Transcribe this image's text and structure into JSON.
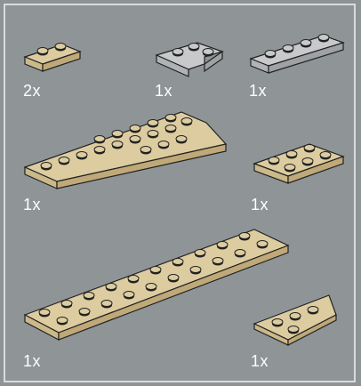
{
  "parts": [
    {
      "id": "plate-1x2-tan",
      "qty": "2x",
      "color": "#dccca0"
    },
    {
      "id": "plate-l-gray",
      "qty": "1x",
      "color": "#c7c9cb"
    },
    {
      "id": "plate-1x4-gray",
      "qty": "1x",
      "color": "#c7c9cb"
    },
    {
      "id": "wedge-plate-left-tan",
      "qty": "1x",
      "color": "#dccca0"
    },
    {
      "id": "plate-2x3-tan",
      "qty": "1x",
      "color": "#dccca0"
    },
    {
      "id": "plate-2x10-tan",
      "qty": "1x",
      "color": "#dccca0"
    },
    {
      "id": "wedge-plate-small-tan",
      "qty": "1x",
      "color": "#dccca0"
    }
  ]
}
